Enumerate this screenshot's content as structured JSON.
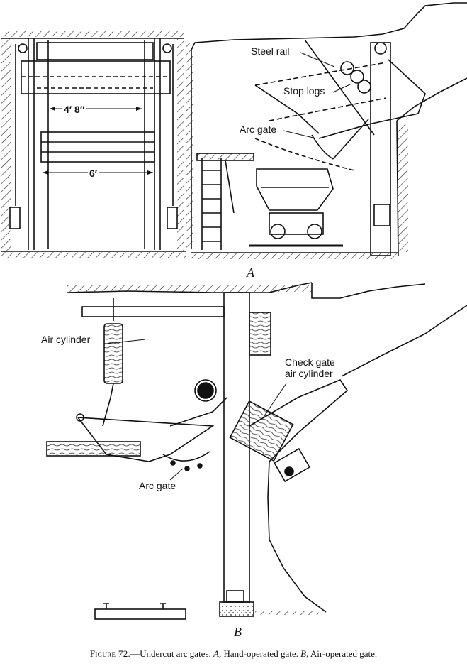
{
  "panel_a": {
    "letter": "A",
    "dimension_inner": "4′ 8″",
    "dimension_outer": "6′",
    "labels": {
      "steel_rail": "Steel rail",
      "stop_logs": "Stop logs",
      "arc_gate": "Arc gate"
    }
  },
  "panel_b": {
    "letter": "B",
    "labels": {
      "air_cylinder": "Air cylinder",
      "check_gate_line1": "Check gate",
      "check_gate_line2": "air cylinder",
      "arc_gate": "Arc gate"
    }
  },
  "caption": {
    "figure_label": "Figure 72.",
    "title": "—Undercut arc gates.",
    "a_letter": "A",
    "a_text": ", Hand-operated gate.",
    "b_letter": "B",
    "b_text": ", Air-operated gate."
  }
}
